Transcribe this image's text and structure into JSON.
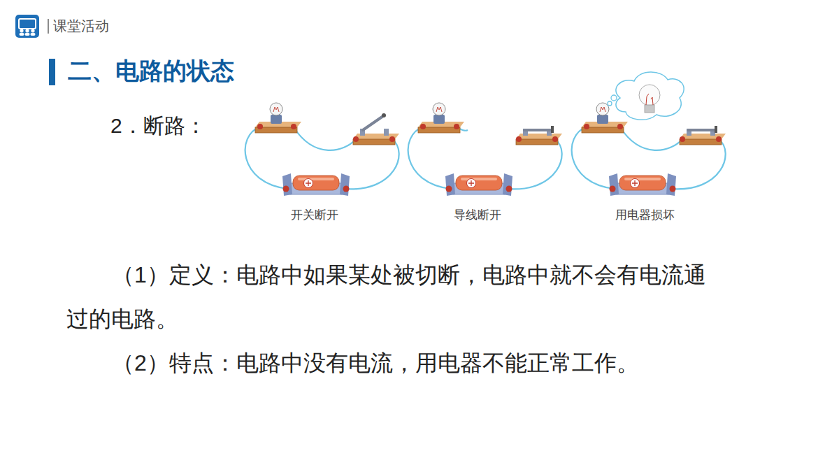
{
  "diagram": {
    "title": "二、电路的状态",
    "labels": [
      "课堂活动",
      "2．断路：",
      "开关断开",
      "导线断开",
      "用电器损坏",
      "（1）定义：电路中如果某处被切断，电路中就不会有电流通过的电路。",
      "（2）特点：电路中没有电流，用电器不能正常工作。"
    ]
  }
}
